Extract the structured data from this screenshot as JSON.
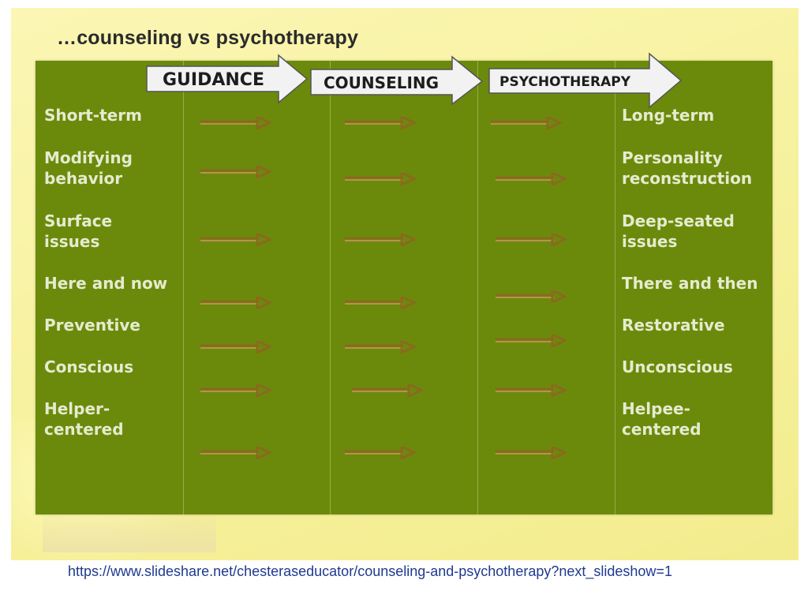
{
  "title": "…counseling vs psychotherapy",
  "stages": [
    {
      "label": "GUIDANCE"
    },
    {
      "label": "COUNSELING"
    },
    {
      "label": "PSYCHOTHERAPY"
    }
  ],
  "left_items": [
    "Short-term",
    "Modifying\nbehavior",
    "Surface\nissues",
    "Here and now",
    "Preventive",
    "Conscious",
    "Helper-\ncentered"
  ],
  "right_items": [
    "Long-term",
    "Personality\nreconstruction",
    "Deep-seated\nissues",
    "There and then",
    "Restorative",
    "Unconscious",
    "Helpee-\ncentered"
  ],
  "source_url": "https://www.slideshare.net/chesteraseducator/counseling-and-psychotherapy?next_slideshow=1",
  "colors": {
    "panel": "#6b8a0c",
    "label_text": "#e6ebcf",
    "header_arrow_fill": "#f2f2f2",
    "flow_arrow": "#8a6a1e",
    "background": "#f7f2a0"
  },
  "icons": {
    "header_arrow": "right-block-arrow",
    "flow_arrow": "right-thin-arrow"
  }
}
